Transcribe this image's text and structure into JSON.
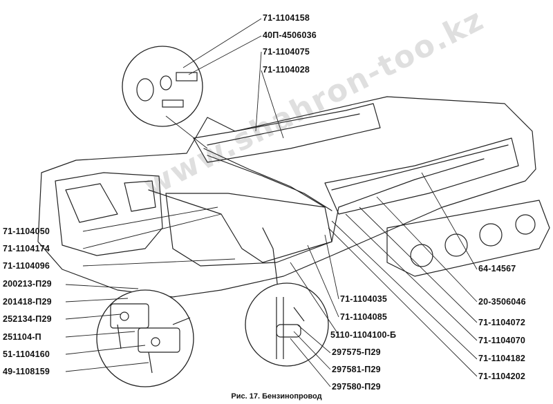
{
  "caption": "Рис. 17. Бензинопровод",
  "watermark": "www.shahron-too.kz",
  "labels_right": [
    "71-1104158",
    "40П-4506036",
    "71-1104075",
    "71-1104028",
    "71-1104035",
    "71-1104085",
    "5110-1104100-Б",
    "297575-П29",
    "297581-П29",
    "297580-П29",
    "64-14567",
    "20-3506046",
    "71-1104072",
    "71-1104070",
    "71-1104182",
    "71-1104202"
  ],
  "labels_left": [
    "71-1104050",
    "71-1104174",
    "71-1104096",
    "200213-П29",
    "201418-П29",
    "252134-П29",
    "251104-П",
    "51-1104160",
    "49-1108159"
  ]
}
